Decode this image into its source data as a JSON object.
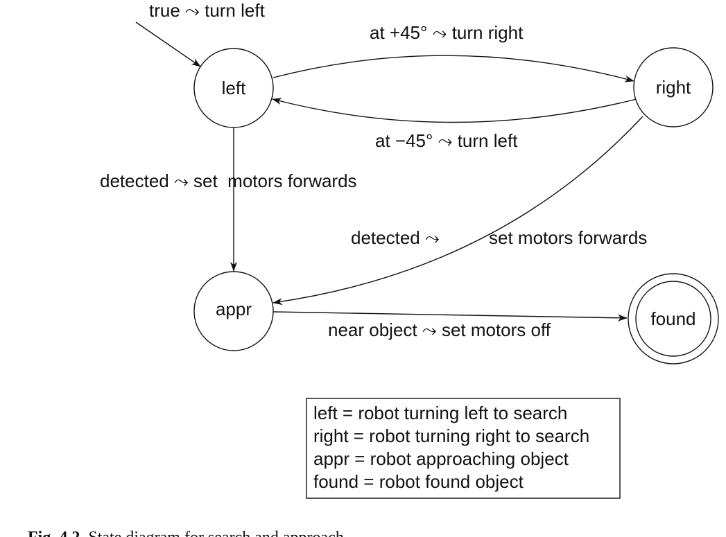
{
  "states": {
    "left": "left",
    "right": "right",
    "appr": "appr",
    "found": "found"
  },
  "transitions": {
    "initial": {
      "condition": "true",
      "action": "turn left"
    },
    "left_to_right": {
      "condition": "at +45°",
      "action": "turn right"
    },
    "right_to_left": {
      "condition": "at −45°",
      "action": "turn left"
    },
    "left_to_appr": {
      "condition": "detected",
      "action": "set  motors forwards"
    },
    "right_to_appr": {
      "condition": "detected",
      "action": "set motors forwards"
    },
    "appr_to_found": {
      "condition": "near object",
      "action": "set motors off"
    }
  },
  "arrow_symbol": "⤳",
  "legend": [
    "left = robot turning left to search",
    "right = robot turning right to search",
    "appr = robot approaching object",
    "found = robot found object"
  ],
  "caption": {
    "label": "Fig. 4.2",
    "text": "State diagram for search and approach"
  }
}
